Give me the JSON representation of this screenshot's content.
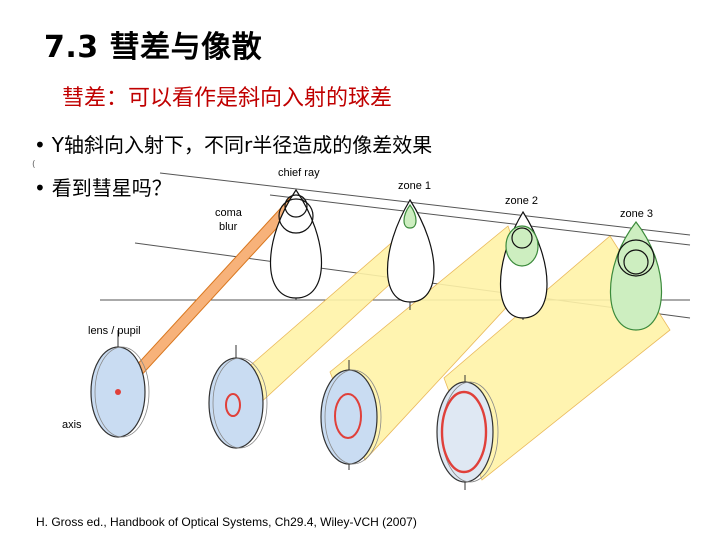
{
  "slide": {
    "title": "7.3 彗差与像散",
    "subtitle": "彗差：可以看作是斜向入射的球差",
    "bullets": [
      "Y轴斜向入射下，不同r半径造成的像差效果",
      "看到彗星吗？"
    ],
    "bullet_char": "•",
    "stray_mark": "(",
    "citation": "H. Gross ed., Handbook of Optical Systems, Ch29.4, Wiley-VCH (2007)"
  },
  "diagram": {
    "labels": {
      "chief_ray": "chief ray",
      "zone1": "zone 1",
      "zone2": "zone 2",
      "zone3": "zone 3",
      "coma_blur_line1": "coma",
      "coma_blur_line2": "blur",
      "lens_pupil": "lens / pupil",
      "axis": "axis"
    },
    "colors": {
      "beam_orange": "#f7b27a",
      "beam_yellow": "#fff3a8",
      "lens_blue": "#c9dcf2",
      "zone_red": "#e0403a",
      "spot_green": "#cdeec0"
    }
  }
}
